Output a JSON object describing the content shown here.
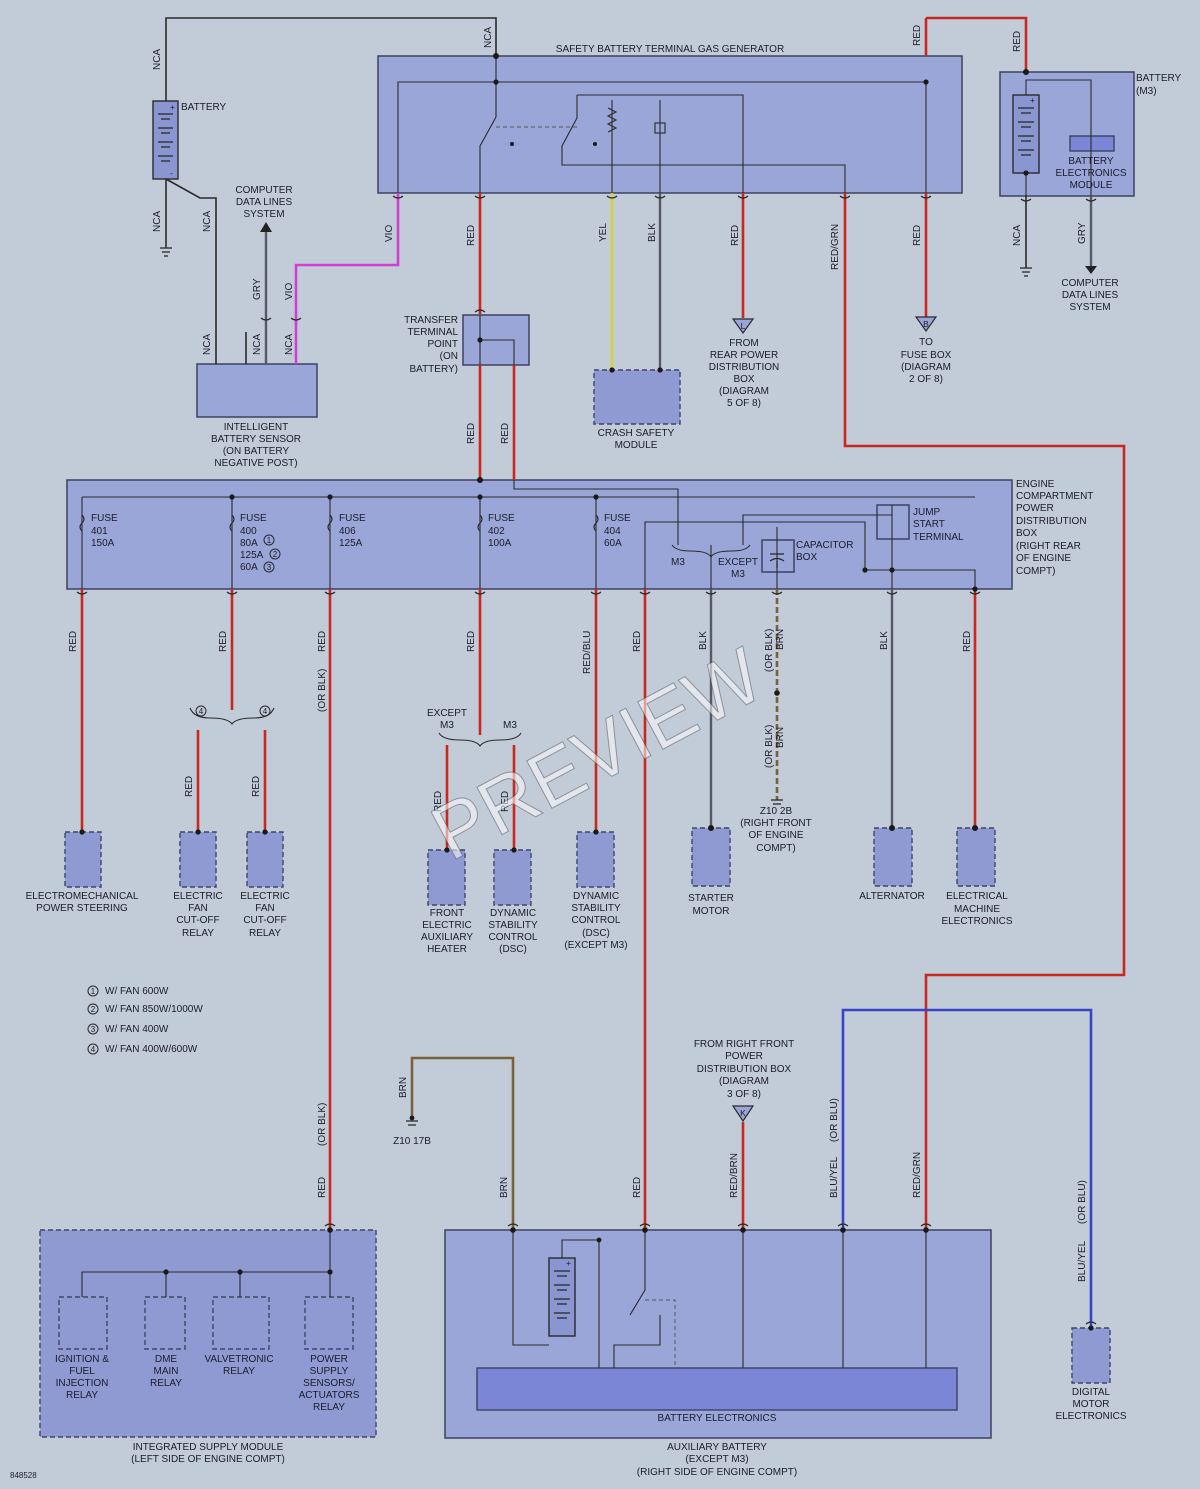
{
  "modules": {
    "gas_generator": "SAFETY BATTERY TERMINAL GAS GENERATOR",
    "battery_main": "BATTERY",
    "battery_m3": [
      "BATTERY",
      "(M3)"
    ],
    "battery_electronics_module": [
      "BATTERY",
      "ELECTRONICS",
      "MODULE"
    ],
    "computer_data_lines_left": [
      "COMPUTER",
      "DATA LINES",
      "SYSTEM"
    ],
    "computer_data_lines_right": [
      "COMPUTER",
      "DATA LINES",
      "SYSTEM"
    ],
    "ibs": [
      "INTELLIGENT",
      "BATTERY SENSOR",
      "(ON BATTERY",
      "NEGATIVE POST)"
    ],
    "transfer_point": [
      "TRANSFER",
      "TERMINAL",
      "POINT",
      "(ON",
      "BATTERY)"
    ],
    "crash_safety": [
      "CRASH SAFETY",
      "MODULE"
    ],
    "from_rear_pdb": [
      "FROM",
      "REAR POWER",
      "DISTRIBUTION",
      "BOX",
      "(DIAGRAM",
      "5 OF 8)"
    ],
    "to_fuse_box": [
      "TO",
      "FUSE BOX",
      "(DIAGRAM",
      "2 OF 8)"
    ],
    "ecpdb": [
      "ENGINE",
      "COMPARTMENT",
      "POWER",
      "DISTRIBUTION",
      "BOX",
      "(RIGHT REAR",
      "OF ENGINE",
      "COMPT)"
    ],
    "jump_start": [
      "JUMP",
      "START",
      "TERMINAL"
    ],
    "capacitor": [
      "CAPACITOR",
      "BOX"
    ],
    "m3": "M3",
    "except_m3": [
      "EXCEPT",
      "M3"
    ],
    "eps": [
      "ELECTROMECHANICAL",
      "POWER STEERING"
    ],
    "fan_relay_1": [
      "ELECTRIC",
      "FAN",
      "CUT-OFF",
      "RELAY"
    ],
    "fan_relay_2": [
      "ELECTRIC",
      "FAN",
      "CUT-OFF",
      "RELAY"
    ],
    "front_heater": [
      "FRONT",
      "ELECTRIC",
      "AUXILIARY",
      "HEATER"
    ],
    "dsc": [
      "DYNAMIC",
      "STABILITY",
      "CONTROL",
      "(DSC)"
    ],
    "dsc_except": [
      "DYNAMIC",
      "STABILITY",
      "CONTROL",
      "(DSC)",
      "(EXCEPT M3)"
    ],
    "starter": [
      "STARTER",
      "MOTOR"
    ],
    "ground_z10_2b": [
      "Z10 2B",
      "(RIGHT FRONT",
      "OF ENGINE",
      "COMPT)"
    ],
    "alternator": "ALTERNATOR",
    "elec_machine": [
      "ELECTRICAL",
      "MACHINE",
      "ELECTRONICS"
    ],
    "ground_z10_17b": "Z10 17B",
    "from_right_pdb": [
      "FROM RIGHT FRONT",
      "POWER",
      "DISTRIBUTION BOX",
      "(DIAGRAM",
      "3 OF 8)"
    ],
    "ism_items": [
      [
        "IGNITION &",
        "FUEL",
        "INJECTION",
        "RELAY"
      ],
      [
        "DME",
        "MAIN",
        "RELAY"
      ],
      [
        "VALVETRONIC",
        "RELAY"
      ],
      [
        "POWER",
        "SUPPLY",
        "SENSORS/",
        "ACTUATORS",
        "RELAY"
      ]
    ],
    "ism": [
      "INTEGRATED SUPPLY MODULE",
      "(LEFT SIDE OF ENGINE COMPT)"
    ],
    "battery_electronics": "BATTERY ELECTRONICS",
    "aux_battery": [
      "AUXILIARY BATTERY",
      "(EXCEPT M3)",
      "(RIGHT SIDE OF ENGINE COMPT)"
    ],
    "dme_digital": [
      "DIGITAL",
      "MOTOR",
      "ELECTRONICS"
    ]
  },
  "fuses": [
    {
      "name": "FUSE",
      "num": "401",
      "rating": [
        "150A"
      ]
    },
    {
      "name": "FUSE",
      "num": "400",
      "rating": [
        "80A",
        "125A",
        "60A"
      ]
    },
    {
      "name": "FUSE",
      "num": "406",
      "rating": [
        "125A"
      ]
    },
    {
      "name": "FUSE",
      "num": "402",
      "rating": [
        "100A"
      ]
    },
    {
      "name": "FUSE",
      "num": "404",
      "rating": [
        "60A"
      ]
    }
  ],
  "legend": [
    {
      "num": "1",
      "text": "W/ FAN 600W"
    },
    {
      "num": "2",
      "text": "W/ FAN 850W/1000W"
    },
    {
      "num": "3",
      "text": "W/ FAN 400W"
    },
    {
      "num": "4",
      "text": "W/ FAN 400W/600W"
    }
  ],
  "wires": {
    "nca": "NCA",
    "vio": "VIO",
    "gry": "GRY",
    "red": "RED",
    "yel": "YEL",
    "blk": "BLK",
    "red_grn": "RED/GRN",
    "red_blu": "RED/BLU",
    "or_blk": "(OR BLK)",
    "brn": "BRN",
    "or_blk_brn": [
      "(OR BLK)",
      "BRN"
    ],
    "red_brn": "RED/BRN",
    "blu_yel": "BLU/YEL",
    "or_blu": "(OR BLU)"
  },
  "connector_letters": {
    "l": "L",
    "b": "B",
    "k": "K"
  },
  "watermark": "PREVIEW",
  "figure_id": "848528"
}
